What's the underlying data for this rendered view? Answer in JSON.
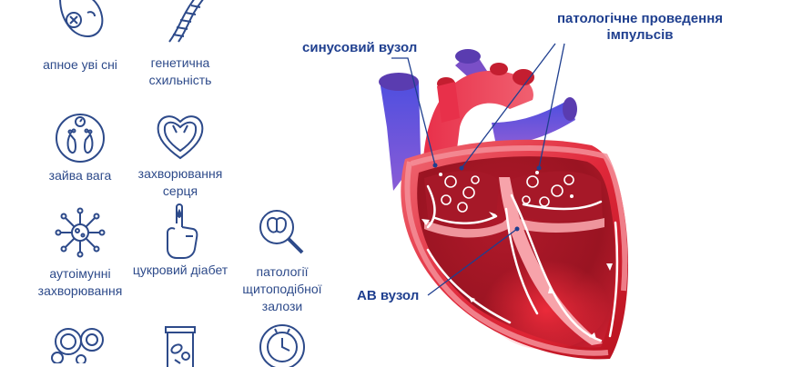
{
  "risk_factors": [
    {
      "icon": "sleep-apnea-icon",
      "label": "апное уві сні"
    },
    {
      "icon": "dna-icon",
      "label": "генетична схильність"
    },
    {
      "icon": "weight-feet-icon",
      "label": "зайва вага"
    },
    {
      "icon": "heart-outline-icon",
      "label": "захворювання серця"
    },
    {
      "icon": "autoimmune-virus-icon",
      "label": "аутоімунні захворювання"
    },
    {
      "icon": "finger-prick-icon",
      "label": "цукровий діабет"
    },
    {
      "icon": "thyroid-magnifier-icon",
      "label": "патології щитоподібної залози"
    },
    {
      "icon": "bubbles-icon",
      "label": ""
    },
    {
      "icon": "pill-jar-icon",
      "label": ""
    },
    {
      "icon": "clock-icon",
      "label": ""
    }
  ],
  "annotations": {
    "sinus_node": "синусовий вузол",
    "pathological_conduction_line1": "патологічне проведення",
    "pathological_conduction_line2": "імпульсів",
    "av_node": "АВ вузол"
  },
  "colors": {
    "icon_blue": "#2d4a8a",
    "annotation_blue": "#1f3f8f",
    "heart_red": "#e0283a",
    "heart_dark_red": "#8e0f1d",
    "vessel_purple": "#7a4fc7",
    "vessel_blue": "#4b4ee0"
  }
}
